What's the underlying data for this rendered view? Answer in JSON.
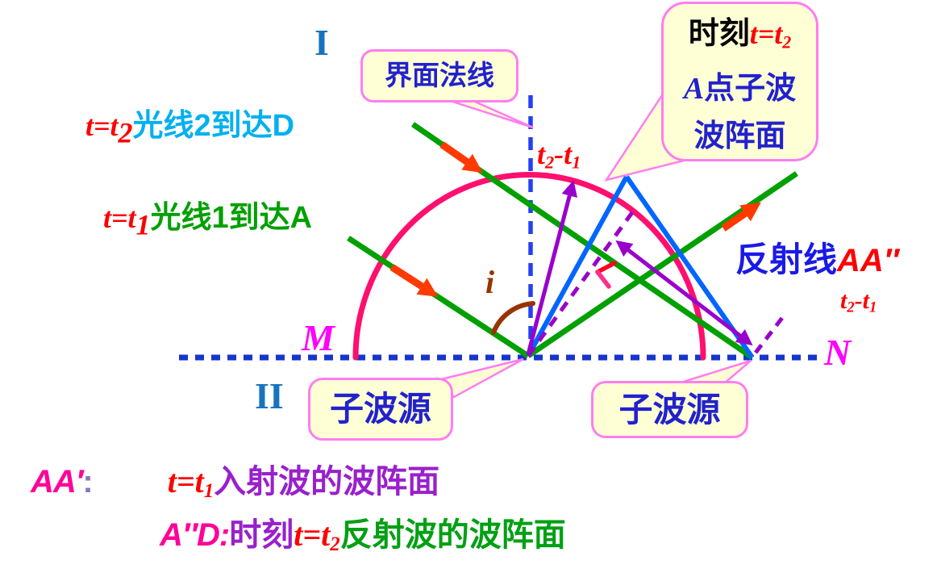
{
  "regions": {
    "upper_medium": "I",
    "lower_medium": "II"
  },
  "interface_labels": {
    "left": "M",
    "right": "N"
  },
  "incidence_angle": "i",
  "captions": {
    "ray2": {
      "time": "t=t",
      "time_sub": "2",
      "text": "光线2到达D"
    },
    "ray1": {
      "time": "t=t",
      "time_sub": "1",
      "text": "光线1到达A"
    }
  },
  "callouts": {
    "normal": {
      "text": "界面法线"
    },
    "wavelet": {
      "moment": "时刻",
      "time": "t=t",
      "time_sub": "2",
      "line2_a": "A",
      "line2_rest": "点子波",
      "line3": "波阵面"
    },
    "source_left": {
      "text": "子波源"
    },
    "source_right": {
      "text": "子波源"
    }
  },
  "time_differences": {
    "radius": {
      "t_a": "t",
      "sub_a": "2",
      "minus_t": "-t",
      "sub_b": "1"
    },
    "travel": {
      "t_a": "t",
      "sub_a": "2",
      "minus_t": "-t",
      "sub_b": "1"
    }
  },
  "reflected_ray_label": {
    "name": "反射线",
    "segment": "AA″"
  },
  "legend": {
    "row1": {
      "segment": "AA′",
      "colon": ":",
      "time": "t=t",
      "time_sub": "1",
      "description": "入射波的波阵面"
    },
    "row2": {
      "segment": "A″D:",
      "moment": "时刻",
      "time": "t=t",
      "time_sub": "2",
      "description": "反射波的波阵面"
    }
  },
  "colors": {
    "incident_ray_green": "#00A000",
    "arrow_orange_red": "#FF3A00",
    "time_red": "#FF0000",
    "ray2_caption_cyan": "#00B0F0",
    "reflected_ray_blue": "#0066FF",
    "normal_dashed_blue": "#2441F0",
    "interface_dotted_blue": "#1535CE",
    "wavelet_circle_pink": "#FF0F6E",
    "wavefront_purple": "#9900CC",
    "interface_label_magenta": "#FF00FF",
    "angle_brown": "#993300",
    "region_label_blue": "#1873BE",
    "callout_border_pink": "#FF7DF0",
    "callout_bg_cream": "#FFFFD6",
    "callout_text_blue": "#2222CC",
    "legend_segment_pink": "#FF0099",
    "legend_purple": "#9920CC",
    "legend_green": "#00A013"
  }
}
